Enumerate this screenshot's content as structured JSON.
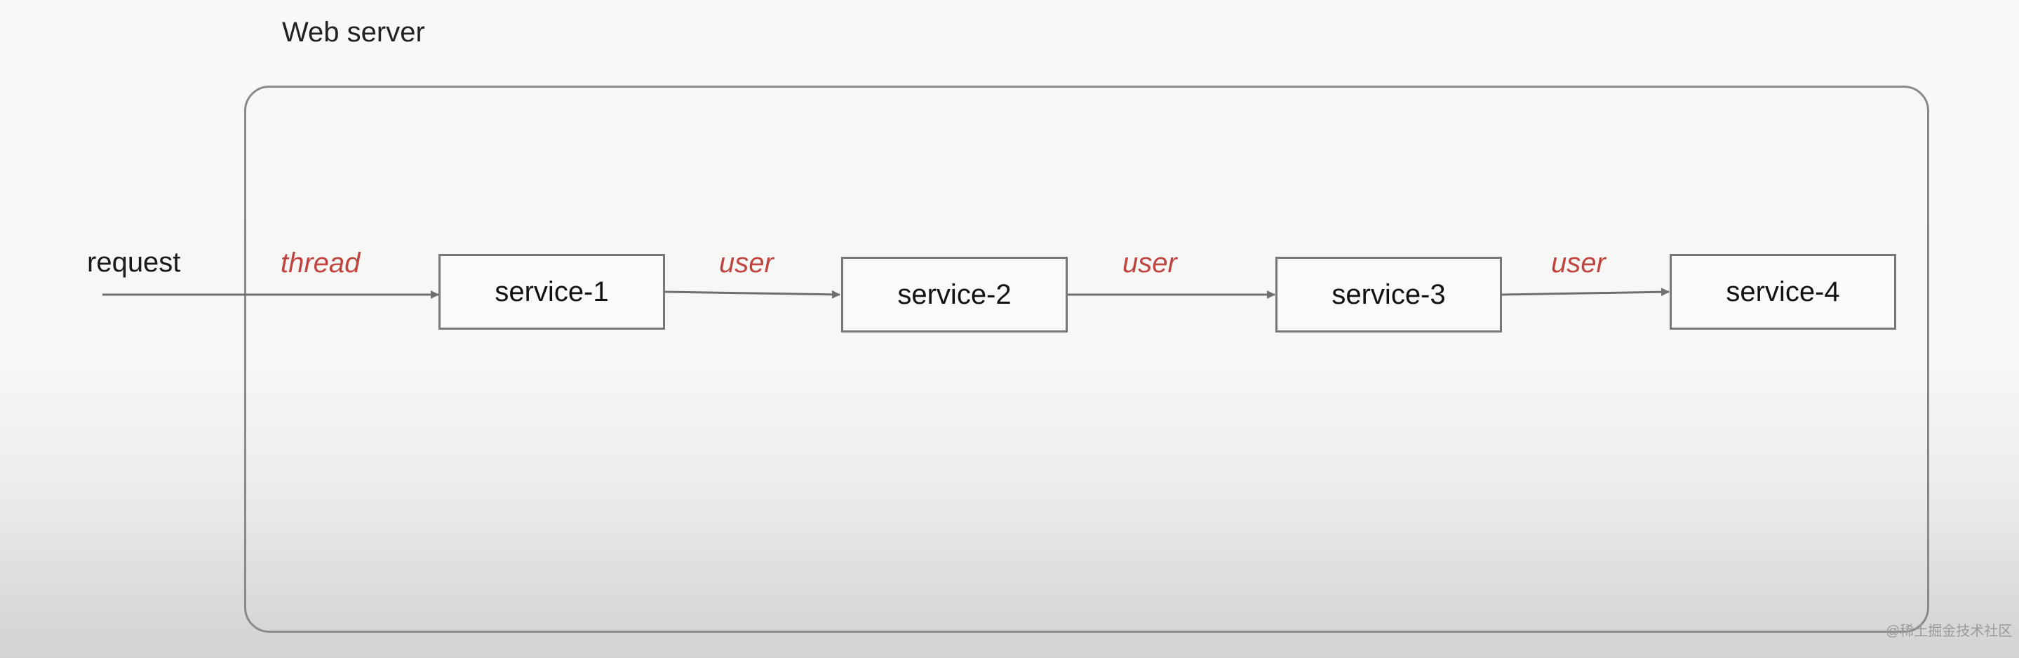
{
  "diagram": {
    "container_title": "Web server",
    "request_label": "request",
    "edge_labels": [
      "thread",
      "user",
      "user",
      "user"
    ],
    "nodes": [
      {
        "id": "service-1",
        "label": "service-1"
      },
      {
        "id": "service-2",
        "label": "service-2"
      },
      {
        "id": "service-3",
        "label": "service-3"
      },
      {
        "id": "service-4",
        "label": "service-4"
      }
    ],
    "edges": [
      {
        "from": "request",
        "to": "service-1",
        "label": "thread"
      },
      {
        "from": "service-1",
        "to": "service-2",
        "label": "user"
      },
      {
        "from": "service-2",
        "to": "service-3",
        "label": "user"
      },
      {
        "from": "service-3",
        "to": "service-4",
        "label": "user"
      }
    ],
    "colors": {
      "edge_label": "#c0443f",
      "stroke": "#777777"
    }
  },
  "watermark": "@稀土掘金技术社区"
}
